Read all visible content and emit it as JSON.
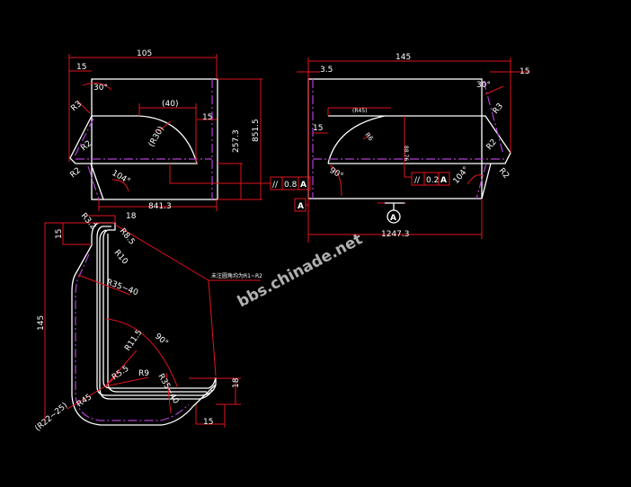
{
  "view1": {
    "dim_width": "105",
    "dim_left": "15",
    "dim_angle": "30°",
    "dim_r3": "R3",
    "dim_r2a": "R2",
    "dim_r2b": "R2",
    "dim_40": "(40)",
    "dim_15": "15",
    "dim_r30": "(R30)",
    "dim_angle2": "104°",
    "dim_257": "257.3",
    "dim_851": "851.5",
    "dim_841": "841.3",
    "fcf_symbol": "//",
    "fcf_value": "0.8",
    "fcf_datum": "A"
  },
  "view2": {
    "dim_width": "145",
    "dim_35": "3.5",
    "dim_15r": "15",
    "dim_30": "30°",
    "dim_r3": "R3",
    "dim_r2a": "R2",
    "dim_r2b": "R2",
    "dim_15l": "15",
    "dim_r45": "(R45)",
    "dim_r6": "R6",
    "dim_vert": "88.76",
    "dim_90": "90°",
    "dim_104": "104°",
    "dim_1247": "1247.3",
    "fcf_symbol": "//",
    "fcf_value": "0.2",
    "fcf_datum": "A",
    "datum_label": "A",
    "left_datum": "A"
  },
  "view3": {
    "dim_r32": "R3.2",
    "dim_18top": "18",
    "dim_15top": "15",
    "dim_r85": "R8.5",
    "dim_r10": "R10",
    "dim_r35": "R35~40",
    "dim_145": "145",
    "dim_90": "90°",
    "dim_r115": "R11.5",
    "dim_r55": "R5.5",
    "dim_r9": "R9",
    "dim_r35b": "R35~40",
    "dim_r45": "R45",
    "dim_r22": "(R22~25)",
    "dim_18r": "18",
    "dim_15b": "15",
    "note": "未注圆角均为R1~R2"
  },
  "watermark": "bbs.chinade.net"
}
